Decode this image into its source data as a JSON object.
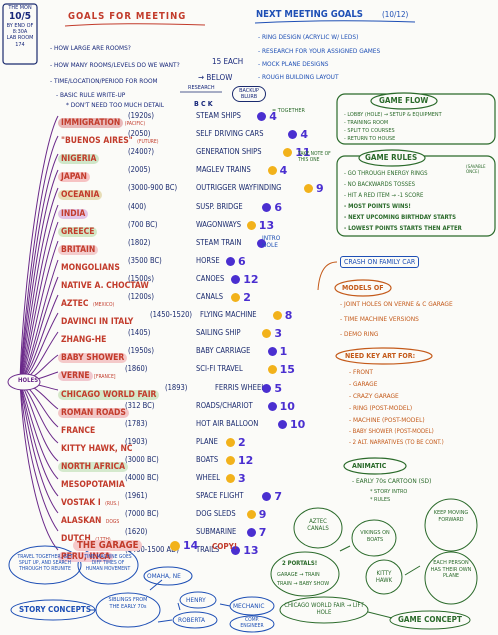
{
  "header": {
    "date_box": [
      "THE MON",
      "10/5",
      "BY END OF",
      "8:30A",
      "LAB ROOM",
      "174"
    ],
    "title": "GOALS FOR MEETING",
    "bullets": [
      "- HOW LARGE ARE ROOMS?",
      "- HOW MANY ROOMS/LEVELS DO WE WANT?",
      "- TIME/LOCATION/PERIOD FOR ROOM",
      "- BASIC RULE WRITE-UP",
      "* DON'T NEED TOO MUCH DETAIL"
    ],
    "rooms_answer": "15 EACH",
    "below": "BELOW",
    "research": "RESEARCH",
    "bck": "B C K",
    "backup": "BACKUP BLURB",
    "together": "= TOGETHER"
  },
  "next_goals": {
    "title": "NEXT MEETING GOALS",
    "date": "(10/12)",
    "items": [
      "- RING DESIGN (ACRYLIC W/ LEDS)",
      "- RESEARCH FOR YOUR ASSIGNED GAMES",
      "- MOCK PLANE DESIGNS",
      "- ROUGH BUILDING LAYOUT"
    ]
  },
  "rooms": [
    {
      "place": "IMMIGRATION",
      "sub": "(PACIFIC)",
      "era": "(1920s)",
      "theme": "STEAM SHIPS",
      "num": "4"
    },
    {
      "place": "\"BUENOS AIRES\"",
      "sub": "(FUTURE)",
      "era": "(2050)",
      "theme": "SELF DRIVING CARS",
      "num": "4"
    },
    {
      "place": "NIGERIA",
      "sub": "",
      "era": "(2400?)",
      "theme": "GENERATION SHIPS",
      "num": "11"
    },
    {
      "place": "JAPAN",
      "sub": "",
      "era": "(2005)",
      "theme": "MAGLEV TRAINS",
      "num": "4"
    },
    {
      "place": "OCEANIA",
      "sub": "",
      "era": "(3000-900 BC)",
      "theme": "OUTRIGGER WAYFINDING",
      "num": "9"
    },
    {
      "place": "INDIA",
      "sub": "",
      "era": "(400)",
      "theme": "SUSP. BRIDGE",
      "num": "6"
    },
    {
      "place": "GREECE",
      "sub": "",
      "era": "(700 BC)",
      "theme": "WAGONWAYS",
      "num": "13"
    },
    {
      "place": "BRITAIN",
      "sub": "",
      "era": "(1802)",
      "theme": "STEAM TRAIN",
      "num": ""
    },
    {
      "place": "MONGOLIANS",
      "sub": "",
      "era": "(3500 BC)",
      "theme": "HORSE",
      "num": "6"
    },
    {
      "place": "NATIVE A. CHOCTAW",
      "sub": "",
      "era": "(1500s)",
      "theme": "CANOES",
      "num": "12"
    },
    {
      "place": "AZTEC",
      "sub": "(MEXICO)",
      "era": "(1200s)",
      "theme": "CANALS",
      "num": "2"
    },
    {
      "place": "DAVINCI IN ITALY",
      "sub": "",
      "era": "(1450-1520)",
      "theme": "FLYING MACHINE",
      "num": "8"
    },
    {
      "place": "ZHANG-HE",
      "sub": "",
      "era": "(1405)",
      "theme": "SAILING SHIP",
      "num": "3"
    },
    {
      "place": "BABY SHOWER",
      "sub": "",
      "era": "(1950s)",
      "theme": "BABY CARRIAGE",
      "num": "1"
    },
    {
      "place": "VERNE",
      "sub": "[FRANCE]",
      "era": "(1860)",
      "theme": "SCI-FI TRAVEL",
      "num": "15"
    },
    {
      "place": "CHICAGO WORLD FAIR",
      "sub": "",
      "era": "(1893)",
      "theme": "FERRIS WHEEL",
      "num": "5"
    },
    {
      "place": "ROMAN ROADS",
      "sub": "",
      "era": "(312 BC)",
      "theme": "ROADS/CHARIOT",
      "num": "10"
    },
    {
      "place": "FRANCE",
      "sub": "",
      "era": "(1783)",
      "theme": "HOT AIR BALLOON",
      "num": "10"
    },
    {
      "place": "KITTY HAWK, NC",
      "sub": "",
      "era": "(1903)",
      "theme": "PLANE",
      "num": "2"
    },
    {
      "place": "NORTH AFRICA",
      "sub": "",
      "era": "(3000 BC)",
      "theme": "BOATS",
      "num": "12"
    },
    {
      "place": "MESOPOTAMIA",
      "sub": "",
      "era": "(4000 BC)",
      "theme": "WHEEL",
      "num": "3"
    },
    {
      "place": "VOSTAK I",
      "sub": "(RUS.)",
      "era": "(1961)",
      "theme": "SPACE FLIGHT",
      "num": "7"
    },
    {
      "place": "ALASKAN",
      "sub": "DOGS",
      "era": "(7000 BC)",
      "theme": "DOG SLEDS",
      "num": "9"
    },
    {
      "place": "DUTCH",
      "sub": "(17TH)",
      "era": "(1620)",
      "theme": "SUBMARINE",
      "num": "7"
    },
    {
      "place": "PERU, INCA",
      "sub": "",
      "era": "(1400-1500 AD)",
      "theme": "TRAILS",
      "num": "13"
    }
  ],
  "extras": {
    "intro_hole": "INTRO HOLE",
    "holes": "HOLES",
    "garage": "THE GARAGE",
    "garage_num": "14",
    "copy": "COPY!",
    "take_note": "TAKE NOTE OF THIS ONE"
  },
  "game_flow": {
    "title": "GAME FLOW",
    "items": [
      "- LOBBY (HOLE) → SETUP & EQUIPMENT",
      "- TRAINING ROOM",
      "- SPLIT TO COURSES",
      "- RETURN TO HOUSE"
    ]
  },
  "game_rules": {
    "title": "GAME RULES",
    "items": [
      "- GO THROUGH ENERGY RINGS",
      "- NO BACKWARDS TOSSES",
      "- HIT A RED ITEM → -1 SCORE",
      "- MOST POINTS WINS!",
      "- NEXT UPCOMING BIRTHDAY STARTS",
      "- LOWEST POINTS STARTS THEN AFTER"
    ],
    "note": "(SAVABLE ONCE)"
  },
  "crash": "CRASH ON FAMILY CAR",
  "models": {
    "title": "MODELS OF",
    "items": [
      "- JOINT HOLES ON VERNE & C GARAGE",
      "- TIME MACHINE VERSIONS",
      "- DEMO RING"
    ]
  },
  "key_art": {
    "title": "NEED KEY ART FOR:",
    "items": [
      "- FRONT",
      "- GARAGE",
      "- CRAZY GARAGE",
      "- RING (POST-MODEL)",
      "- MACHINE (POST-MODEL)",
      "- BABY SHOWER (POST-MODEL)",
      "- 2 ALT. NARRATIVES (TO BE CONT.)"
    ]
  },
  "animatic": {
    "title": "ANIMATIC",
    "items": [
      "- EARLY 70s CARTOON (SD)",
      "* STORY INTRO",
      "* RULES"
    ]
  },
  "story": {
    "title": "STORY CONCEPTS",
    "bubbles": [
      "TRAVEL TOGETHER, GET SPLIT UP, AND SEARCH THROUGH TO REUNITE",
      "TIME MACHINE GOES DIFF TIMES OF HUMAN MOVEMENT",
      "OMAHA, NE",
      "SIBLINGS FROM THE EARLY 70s",
      "HENRY",
      "MECHANIC",
      "ROBERTA",
      "COMP. ENGINEER"
    ]
  },
  "concept": {
    "title": "GAME CONCEPT",
    "bubbles": [
      "AZTEC CANALS",
      "VIKINGS ON BOATS",
      "KEEP MOVING FORWARD",
      "2 PORTALS!",
      "GARAGE → TRAIN",
      "TRAIN → BABY SHOW",
      "KITTY HAWK",
      "EACH PERSON HAS THEIR OWN PLANE",
      "CHICAGO WORLD FAIR → LIFT HOLE"
    ]
  }
}
